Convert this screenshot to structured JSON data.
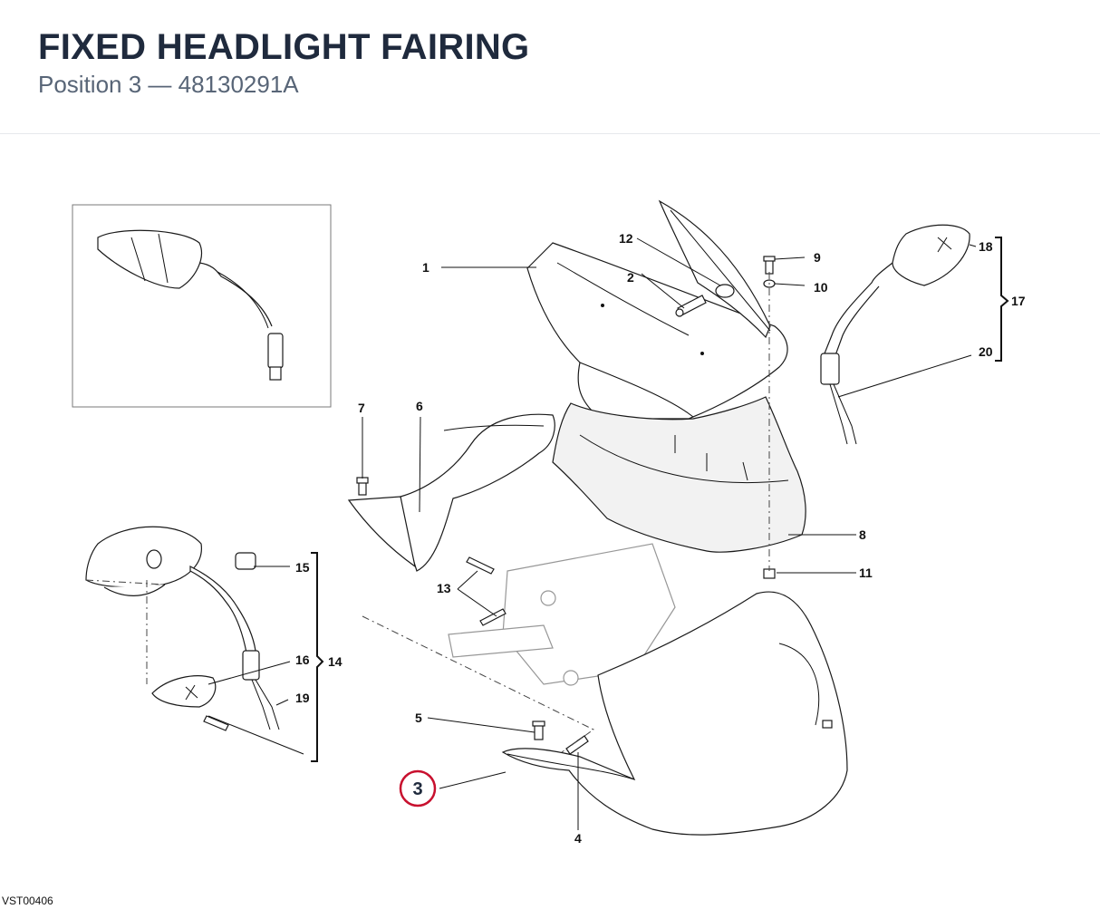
{
  "header": {
    "title": "FIXED HEADLIGHT FAIRING",
    "subtitle": "Position 3 — 48130291A"
  },
  "diagram": {
    "highlight_color": "#c8102e",
    "highlighted_callout": "3",
    "callouts": [
      "1",
      "2",
      "4",
      "5",
      "6",
      "7",
      "8",
      "9",
      "10",
      "11",
      "12",
      "13",
      "14",
      "15",
      "16",
      "17",
      "18",
      "19",
      "20"
    ]
  },
  "footer": {
    "code": "VST00406"
  }
}
